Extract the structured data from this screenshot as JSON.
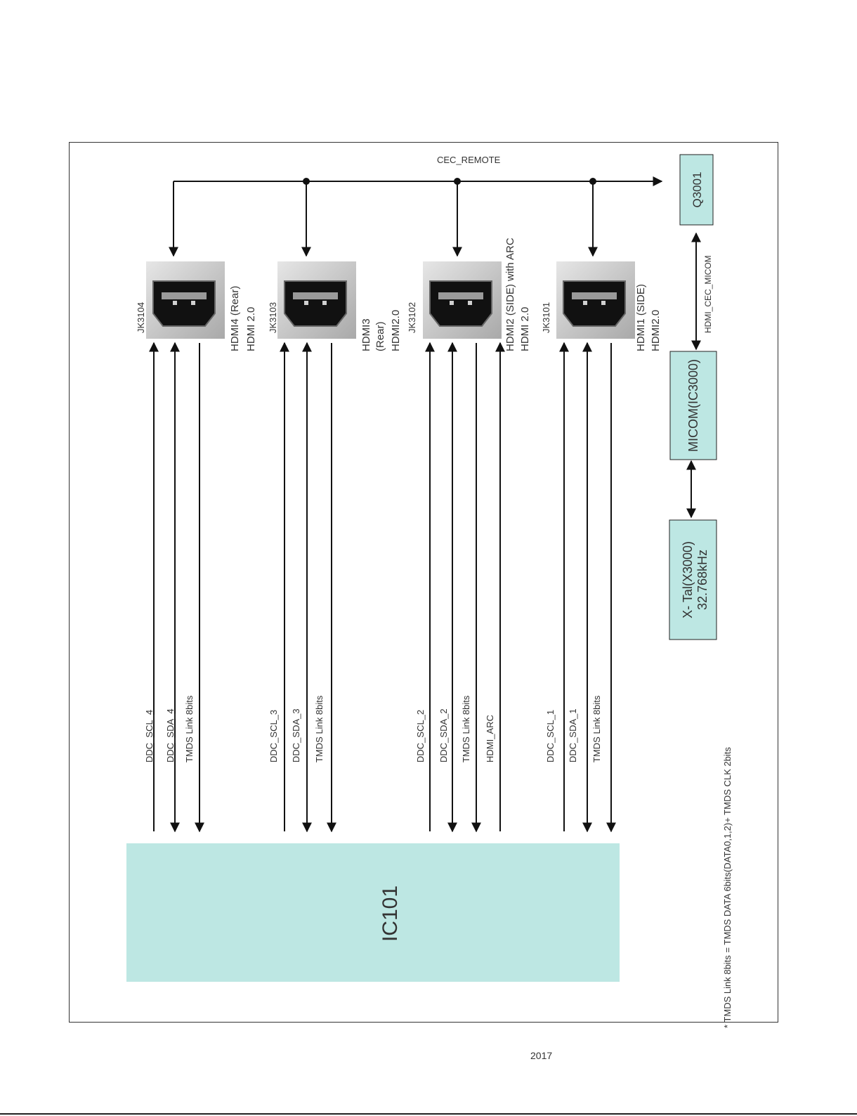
{
  "diagram": {
    "cec_remote": "CEC_REMOTE",
    "q3001": "Q3001",
    "hdmi_cec_micom": "HDMI_CEC_MICOM",
    "micom": "MICOM(IC3000)",
    "xtal_line1": "X- Tal(X3000)",
    "xtal_line2": "32.768kHz",
    "ic101": "IC101",
    "footnote": "* TMDS Link 8bits = TMDS DATA 6bits(DATA0,1,2)+ TMDS CLK 2bits",
    "block_fill": "#bde7e3",
    "ports": [
      {
        "jack": "JK3104",
        "name_line1": "HDMI4 (Rear)",
        "name_line2": "HDMI 2.0",
        "signals": [
          "DDC_SCL_4",
          "DDC_SDA_4",
          "TMDS Link 8bits"
        ]
      },
      {
        "jack": "JK3103",
        "name_line1": "HDMI3",
        "name_line2": "(Rear)",
        "name_line3": "HDMI2.0",
        "signals": [
          "DDC_SCL_3",
          "DDC_SDA_3",
          "TMDS Link 8bits"
        ]
      },
      {
        "jack": "JK3102",
        "name_line1": "HDMI2 (SIDE)  with  ARC",
        "name_line2": "HDMI 2.0",
        "signals": [
          "DDC_SCL_2",
          "DDC_SDA_2",
          "TMDS Link 8bits",
          "HDMI_ARC"
        ]
      },
      {
        "jack": "JK3101",
        "name_line1": "HDMI1 (SIDE)",
        "name_line2": "HDMI2.0",
        "signals": [
          "DDC_SCL_1",
          "DDC_SDA_1",
          "TMDS Link 8bits"
        ]
      }
    ]
  },
  "footer": {
    "year": "2017"
  }
}
